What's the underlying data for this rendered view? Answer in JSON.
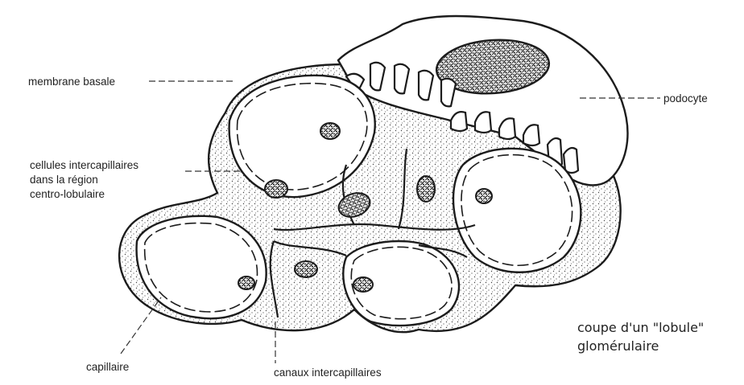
{
  "labels": {
    "membrane_basale": "membrane basale",
    "podocyte": "podocyte",
    "cellules_line1": "cellules intercapillaires",
    "cellules_line2": "dans la région",
    "cellules_line3": "centro-lobulaire",
    "capillaire": "capillaire",
    "canaux": "canaux intercapillaires"
  },
  "caption": {
    "line1": "coupe d'un \"lobule\"",
    "line2": "glomérulaire"
  },
  "colors": {
    "ink": "#1c1c1c",
    "stipple": "#444444",
    "paper": "#ffffff"
  }
}
